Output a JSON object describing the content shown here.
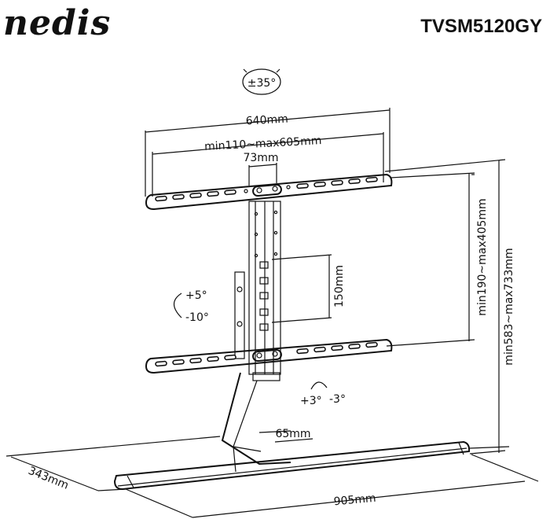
{
  "header": {
    "brand": "nedis",
    "model": "TVSM5120GY"
  },
  "dimensions": {
    "swivel": "±35°",
    "bracket_width": "640mm",
    "vesa_horizontal": "min110~max605mm",
    "center_gap": "73mm",
    "vertical_adjust": "150mm",
    "tilt_up": "+5°",
    "tilt_down": "-10°",
    "vesa_vertical": "min190~max405mm",
    "total_height": "min583~max733mm",
    "level_plus": "+3°",
    "level_minus": "-3°",
    "column_depth": "65mm",
    "base_depth": "343mm",
    "base_width": "905mm"
  },
  "colors": {
    "line": "#111111",
    "background": "#ffffff"
  }
}
